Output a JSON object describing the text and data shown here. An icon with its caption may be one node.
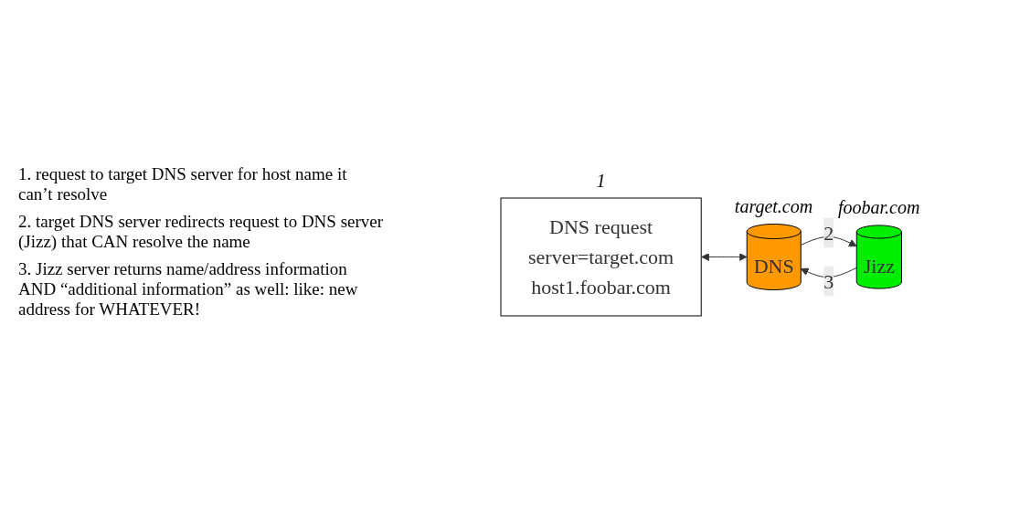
{
  "diagram": {
    "nodes": [
      {
        "text": [
          "DNS request",
          "server=target.com",
          "host1.foobar.com"
        ],
        "beside": [
          "1"
        ]
      },
      {
        "text": [
          "DNS"
        ],
        "beside": [
          "target.com"
        ]
      },
      {
        "text": [
          "Jizz"
        ],
        "beside": [
          "foobar.com"
        ]
      }
    ],
    "edges": [
      {
        "from": 0,
        "to": 1,
        "arrow": "both"
      },
      {
        "from": 1,
        "to": 2,
        "arrow": "to",
        "label": "2"
      },
      {
        "from": 2,
        "to": 1,
        "arrow": "to",
        "label": "3"
      }
    ],
    "labels": [
      "1. request to target DNS server for host name it can’t resolve",
      "2. target DNS server redirects request to DNS server (Jizz) that CAN resolve the name",
      "3. Jizz server returns name/address information AND “additional information” as well: like: new address for WHATEVER!"
    ]
  }
}
